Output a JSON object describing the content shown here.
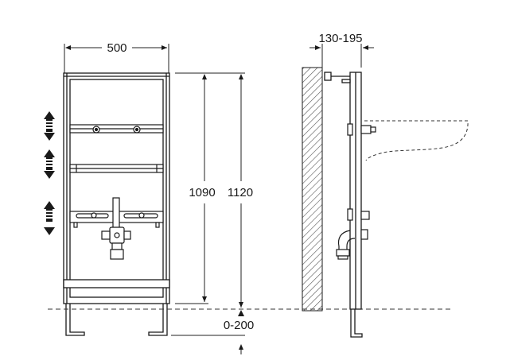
{
  "dimensions": {
    "frame_width": "500",
    "inner_height": "1090",
    "total_height": "1120",
    "floor_range": "0-200",
    "wall_distance": "130-195"
  },
  "colors": {
    "line": "#1a1a1a",
    "hatch": "#555555",
    "frame_fill": "#ffffff",
    "dim_line": "#222222",
    "arrow_fill": "#1a1a1a"
  },
  "icons": {
    "adjust_arrows": "double-headed-vertical-arrow-icon"
  }
}
